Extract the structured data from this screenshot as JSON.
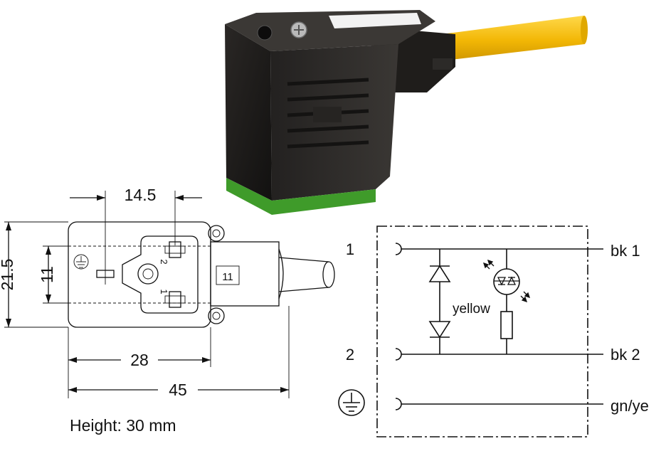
{
  "dimensions": {
    "pin_spacing": "14.5",
    "overall_height": "21.5",
    "inner_height": "11",
    "body_width": "28",
    "overall_length": "45",
    "height_note": "Height: 30 mm"
  },
  "connector_face": {
    "pin_1_label": "1",
    "pin_2_label": "2",
    "side_label": "11"
  },
  "circuit": {
    "terminal_1": "1",
    "terminal_2": "2",
    "wire_1": "bk 1",
    "wire_2": "bk 2",
    "wire_ground": "gn/ye",
    "led_color": "yellow"
  },
  "colors": {
    "cable": "#f2b705",
    "housing": "#1e1c1a",
    "seal": "#3f9b2a",
    "line": "#111111"
  }
}
